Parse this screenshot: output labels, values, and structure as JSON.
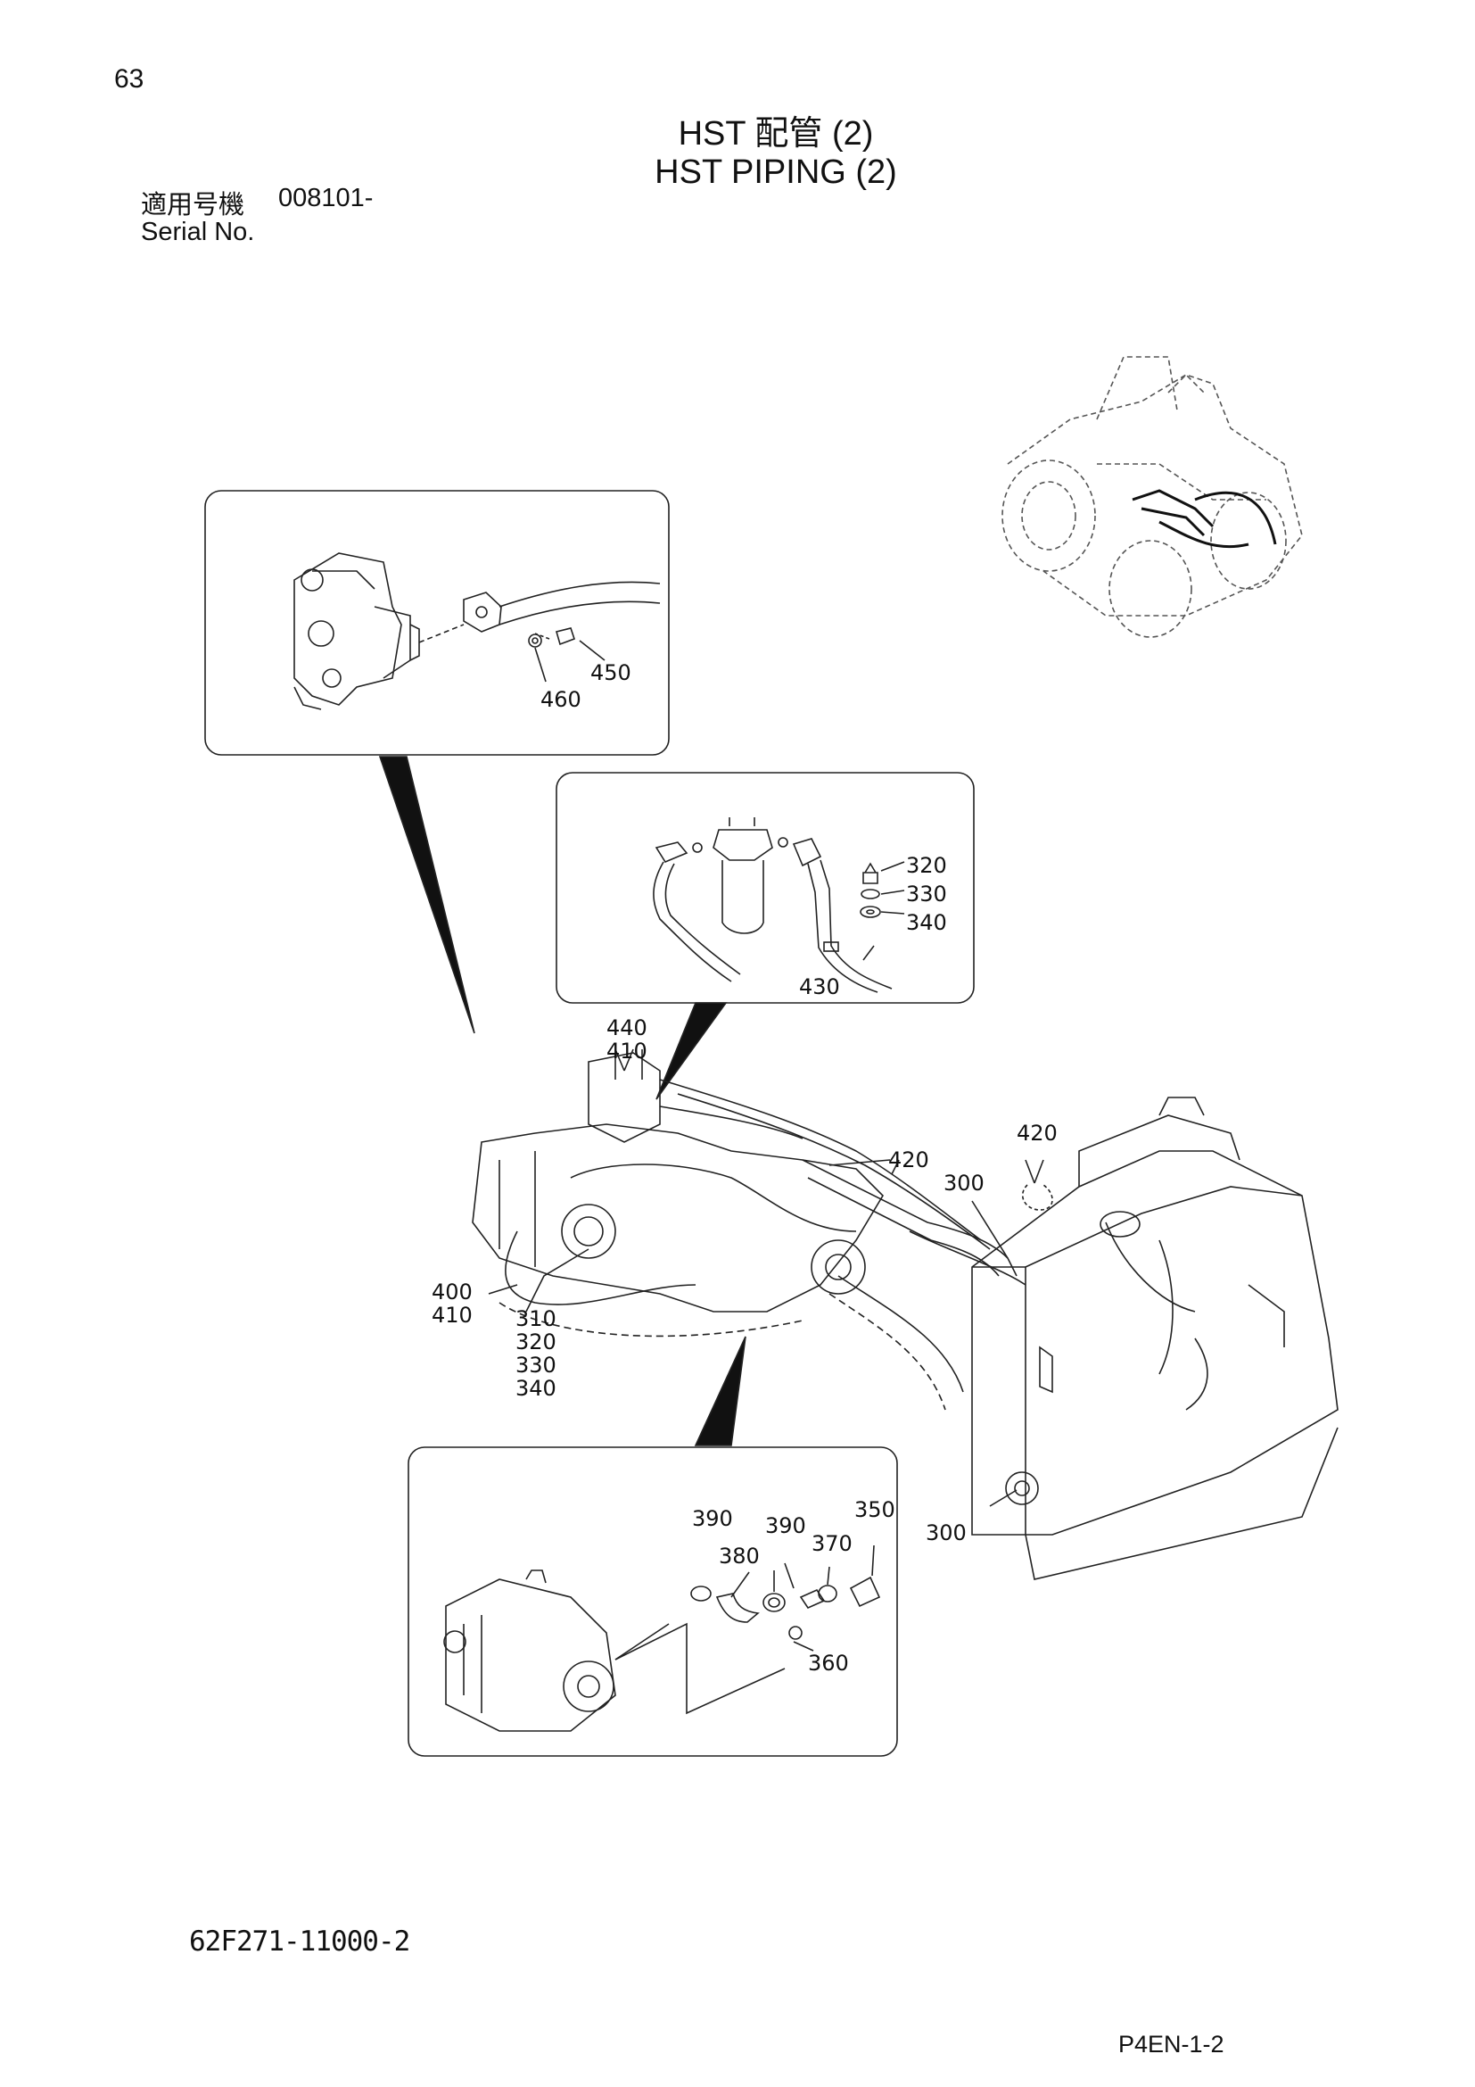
{
  "page_number": "63",
  "title_ja": "HST 配管 (2)",
  "title_en": "HST PIPING (2)",
  "serial": {
    "label_ja": "適用号機",
    "value": "008101-",
    "label_en": "Serial No."
  },
  "callouts": {
    "top_detail": [
      "450",
      "460"
    ],
    "middle_detail": [
      "320",
      "330",
      "340",
      "430"
    ],
    "main": [
      "440",
      "410",
      "420",
      "300",
      "420",
      "400",
      "410",
      "310",
      "320",
      "330",
      "340",
      "300"
    ],
    "bottom_detail": [
      "390",
      "390",
      "350",
      "380",
      "370",
      "360"
    ]
  },
  "drawing_number": "62F271-11000-2",
  "page_code": "P4EN-1-2"
}
